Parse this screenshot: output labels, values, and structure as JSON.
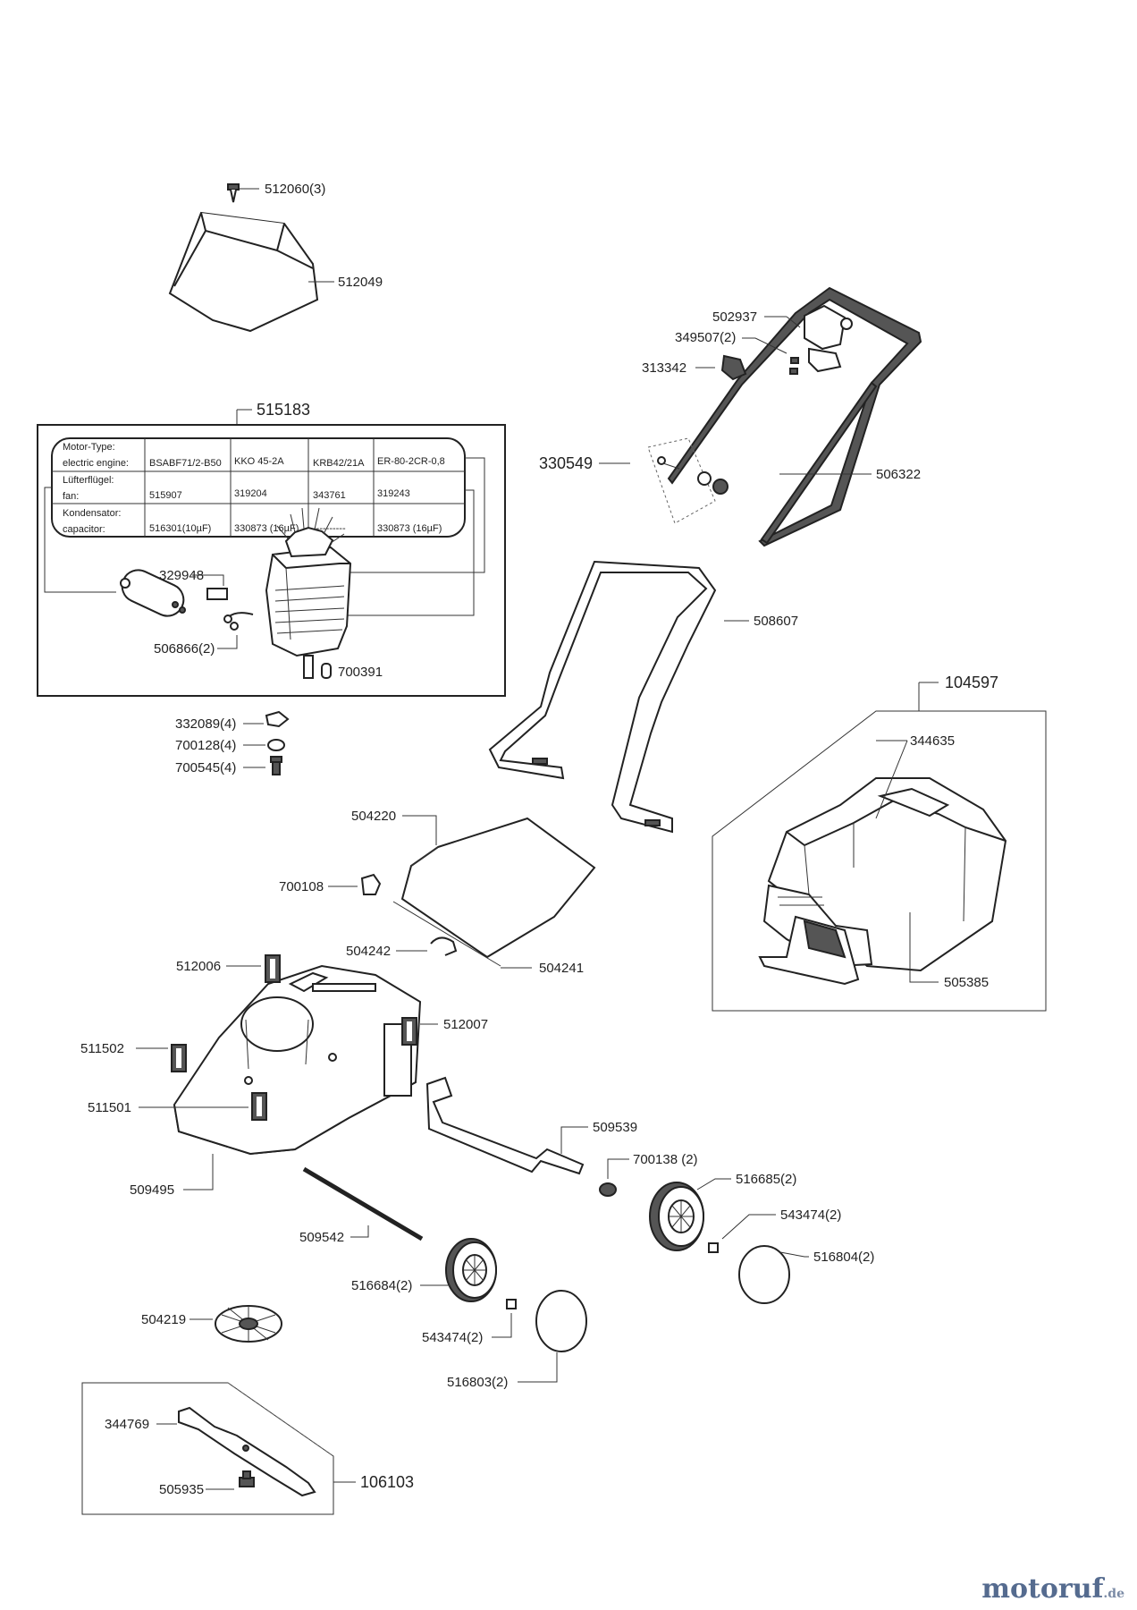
{
  "labels": {
    "p512060": "512060(3)",
    "p512049": "512049",
    "p515183": "515183",
    "p502937": "502937",
    "p349507": "349507(2)",
    "p313342": "313342",
    "p330549": "330549",
    "p506322": "506322",
    "p329948": "329948",
    "p506866": "506866(2)",
    "p700391": "700391",
    "p508607": "508607",
    "p104597": "104597",
    "p344635": "344635",
    "p332089": "332089(4)",
    "p700128": "700128(4)",
    "p700545": "700545(4)",
    "p504220": "504220",
    "p700108": "700108",
    "p504242": "504242",
    "p504241": "504241",
    "p505385": "505385",
    "p512006": "512006",
    "p512007": "512007",
    "p511502": "511502",
    "p511501": "511501",
    "p509539": "509539",
    "p700138": "700138 (2)",
    "p516685": "516685(2)",
    "p509495": "509495",
    "p543474a": "543474(2)",
    "p509542": "509542",
    "p516804": "516804(2)",
    "p516684": "516684(2)",
    "p504219": "504219",
    "p543474b": "543474(2)",
    "p516803": "516803(2)",
    "p344769": "344769",
    "p106103": "106103",
    "p505935": "505935"
  },
  "motor_table": {
    "row1_h1": "Motor-Type:",
    "row1_h2": "electric engine:",
    "row2_h1": "Lüfterflügel:",
    "row2_h2": "fan:",
    "row3_h1": "Kondensator:",
    "row3_h2": "capacitor:",
    "c1": [
      "BSABF71/2-B50",
      "515907",
      "516301(10µF)"
    ],
    "c2": [
      "KKO 45-2A",
      "319204",
      "330873 (16µF)"
    ],
    "c3": [
      "KRB42/21A",
      "343761",
      "----------"
    ],
    "c4": [
      "ER-80-2CR-0,8",
      "319243",
      "330873 (16µF)"
    ]
  },
  "watermark": {
    "main": "motoruf",
    "suffix": ".de"
  }
}
